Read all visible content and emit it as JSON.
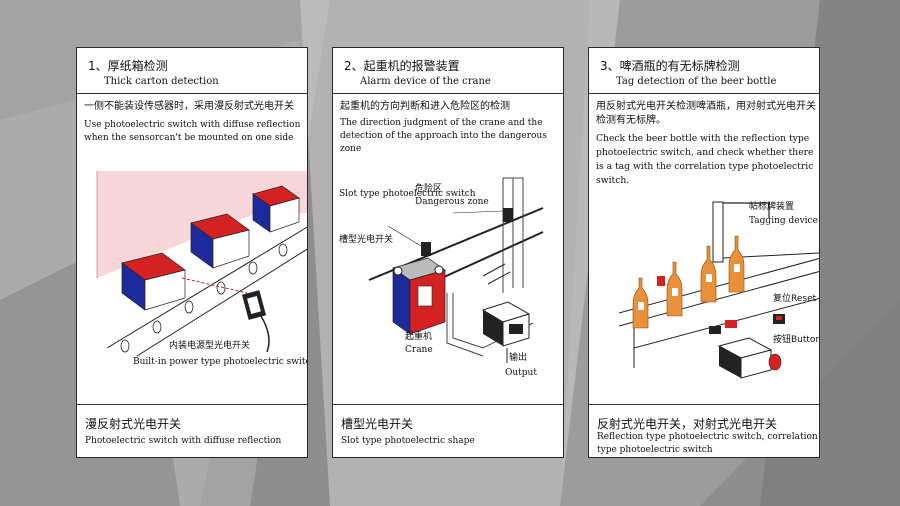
{
  "panels": [
    {
      "title_cn": "1、厚纸箱检测",
      "title_en": "Thick carton detection",
      "desc_cn": "一侧不能装设传感器时，采用漫反射式光电开关",
      "desc_en": "Use photoelectric switch with diffuse reflection when the sensorcan't be mounted on one side",
      "labels": {
        "built_in_cn": "内装电源型光电开关",
        "built_in_en": "Built-in power type photoelectric switch"
      },
      "foot_cn": "漫反射式光电开关",
      "foot_en": "Photoelectric switch with diffuse reflection"
    },
    {
      "title_cn": "2、起重机的报警装置",
      "title_en": "Alarm device of the crane",
      "desc_cn": "起重机的方向判断和进入危险区的检测",
      "desc_en": "The direction judgment of the crane and the detection of the approach into the dangerous zone",
      "labels": {
        "slot_en": "Slot type photoelectric switch",
        "slot_cn": "槽型光电开关",
        "danger_cn": "危险区",
        "danger_en": "Dangerous zone",
        "crane_cn": "起重机",
        "crane_en": "Crane",
        "output_cn": "输出",
        "output_en": "Output"
      },
      "foot_cn": "槽型光电开关",
      "foot_en": "Slot type photoelectric shape"
    },
    {
      "title_cn": "3、啤酒瓶的有无标牌检测",
      "title_en": "Tag detection of the beer bottle",
      "desc_cn": "用反射式光电开关检测啤酒瓶，用对射式光电开关检测有无标牌。",
      "desc_en": "Check the beer bottle with the reflection type photoelectric switch, and check whether there is a tag with the correlation type photoelectric switch.",
      "labels": {
        "tagging_cn": "帖标牌装置",
        "tagging_en": "Tagging device",
        "reset_label": "复位Reset",
        "button_label": "按钮Button"
      },
      "foot_cn": "反射式光电开关，对射式光电开关",
      "foot_en": "Reflection type photoelectric switch, correlation type photoelectric switch"
    }
  ],
  "colors": {
    "box_red": "#d42222",
    "box_blue": "#1c2a9c",
    "bottle_orange": "#e8913a",
    "pink_zone": "#f6d6d8"
  }
}
